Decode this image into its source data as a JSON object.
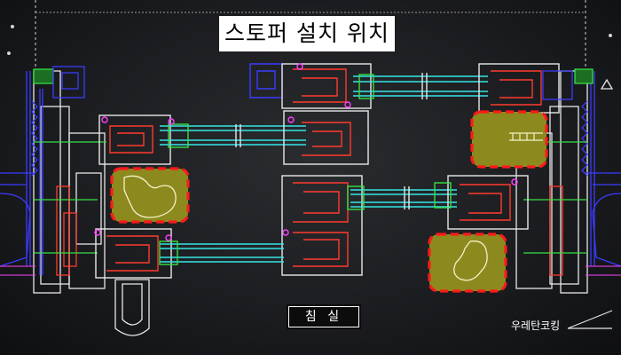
{
  "title": "스토퍼 설치 위치",
  "room_label": "침 실",
  "callout_label": "우레탄코킹",
  "colors": {
    "frame_white": "#e8e8e8",
    "profile_red": "#ff3b2e",
    "profile_blue": "#3a3cff",
    "profile_green": "#36e043",
    "profile_cyan": "#34e6e6",
    "profile_magenta": "#ff40ff",
    "stopper_fill": "#8c8a1e",
    "stopper_border": "#ff1a1a"
  },
  "stoppers": {
    "count": 3,
    "border_style": "dashed"
  }
}
